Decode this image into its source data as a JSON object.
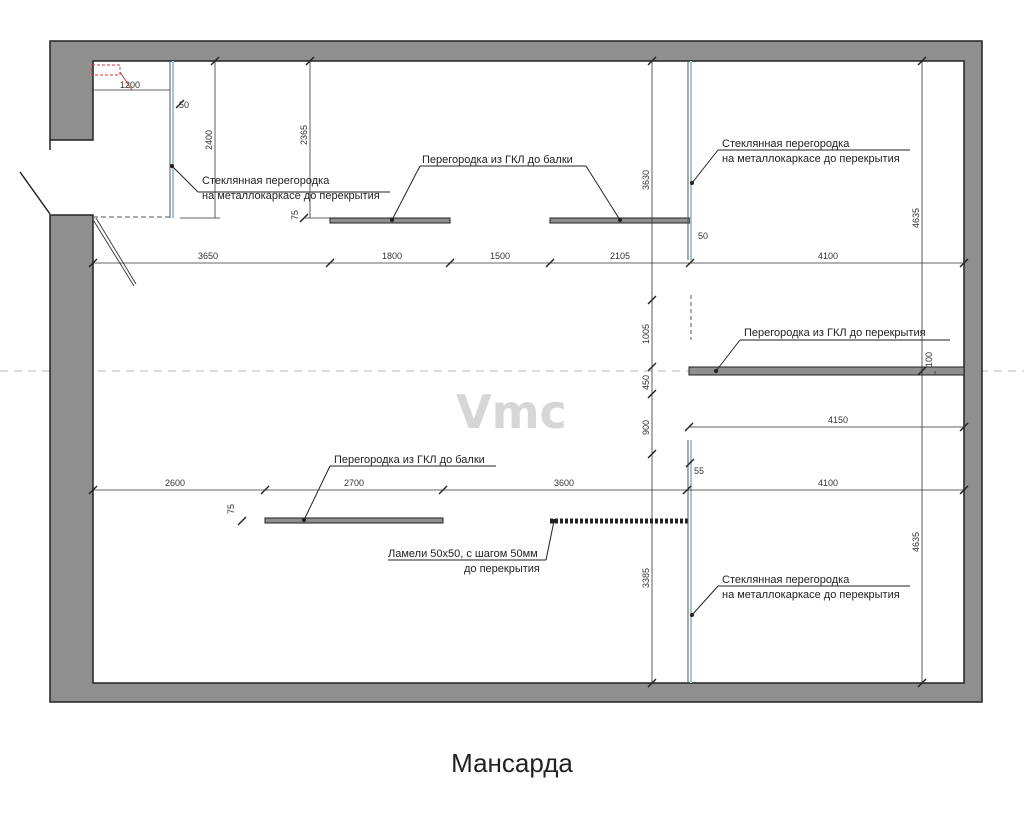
{
  "title": "Мансарда",
  "watermark": "Vmc",
  "colors": {
    "wall": "#8f8f8f",
    "line": "#222222",
    "glass": "#9fc6d9",
    "marker": "#d43a3a"
  },
  "notes": {
    "glass_left_1": "Стеклянная перегородка",
    "glass_left_2": "на металлокаркасе до перекрытия",
    "gkl_beam_top": "Перегородка из ГКЛ до балки",
    "glass_right_top_1": "Стеклянная перегородка",
    "glass_right_top_2": "на металлокаркасе до перекрытия",
    "gkl_ceiling": "Перегородка из ГКЛ до перекрытия",
    "gkl_beam_bottom": "Перегородка из ГКЛ до балки",
    "lamels_1": "Ламели 50х50, с шагом 50мм",
    "lamels_2": "до перекрытия",
    "glass_right_bottom_1": "Стеклянная перегородка",
    "glass_right_bottom_2": "на металлокаркасе до перекрытия"
  },
  "dims": {
    "d1200": "1200",
    "d50a": "50",
    "d2400": "2400",
    "d2365": "2365",
    "d75a": "75",
    "d3650": "3650",
    "d1800": "1800",
    "d1500": "1500",
    "d2105": "2105",
    "d50b": "50",
    "d4100a": "4100",
    "d3630": "3630",
    "d4635a": "4635",
    "d1005": "1005",
    "d100": "100",
    "d450": "450",
    "d900": "900",
    "d4150": "4150",
    "d2600": "2600",
    "d2700": "2700",
    "d3600": "3600",
    "d55": "55",
    "d4100b": "4100",
    "d75b": "75",
    "d3385": "3385",
    "d4635b": "4635"
  }
}
